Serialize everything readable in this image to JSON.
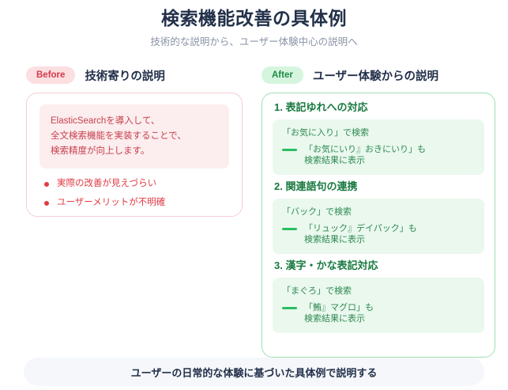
{
  "header": {
    "title": "検索機能改善の具体例",
    "subtitle": "技術的な説明から、ユーザー体験中心の説明へ"
  },
  "columns": {
    "before": {
      "badge": "Before",
      "title": "技術寄りの説明",
      "badge_bg": "#fcdfe1",
      "badge_color": "#d33a4b",
      "border_color": "#f6cdd2"
    },
    "after": {
      "badge": "After",
      "title": "ユーザー体験からの説明",
      "badge_bg": "#d6f5de",
      "badge_color": "#1d8a46",
      "border_color": "#9fe0b5"
    }
  },
  "before_panel": {
    "quote_lines": [
      "ElasticSearchを導入して、",
      "全文検索機能を実装することで、",
      "検索精度が向上します。"
    ],
    "quote_text": "ElasticSearchを導入して、\n全文検索機能を実装することで、\n検索精度が向上します。",
    "bullets": [
      "実際の改善が見えづらい",
      "ユーザーメリットが不明確"
    ],
    "bullet_color": "#e03a44",
    "quote_bg": "#fcedee"
  },
  "after_panel": {
    "sections": [
      {
        "title": "1. 表記ゆれへの対応",
        "query": "「お気に入り」で検索",
        "result_line1": "「お気にいり』おきにいり」も",
        "result_line2": "検索結果に表示"
      },
      {
        "title": "2. 関連語句の連携",
        "query": "「バック」で検索",
        "result_line1": "「リュック』デイパック」も",
        "result_line2": "検索結果に表示"
      },
      {
        "title": "3. 漢字・かな表記対応",
        "query": "「まぐろ」で検索",
        "result_line1": "「鮪』マグロ」も",
        "result_line2": "検索結果に表示"
      }
    ],
    "box_bg": "#eaf8ee",
    "marker_color": "#2bbd63"
  },
  "footer": {
    "text": "ユーザーの日常的な体験に基づいた具体例で説明する",
    "bg": "#f5f7fa"
  }
}
